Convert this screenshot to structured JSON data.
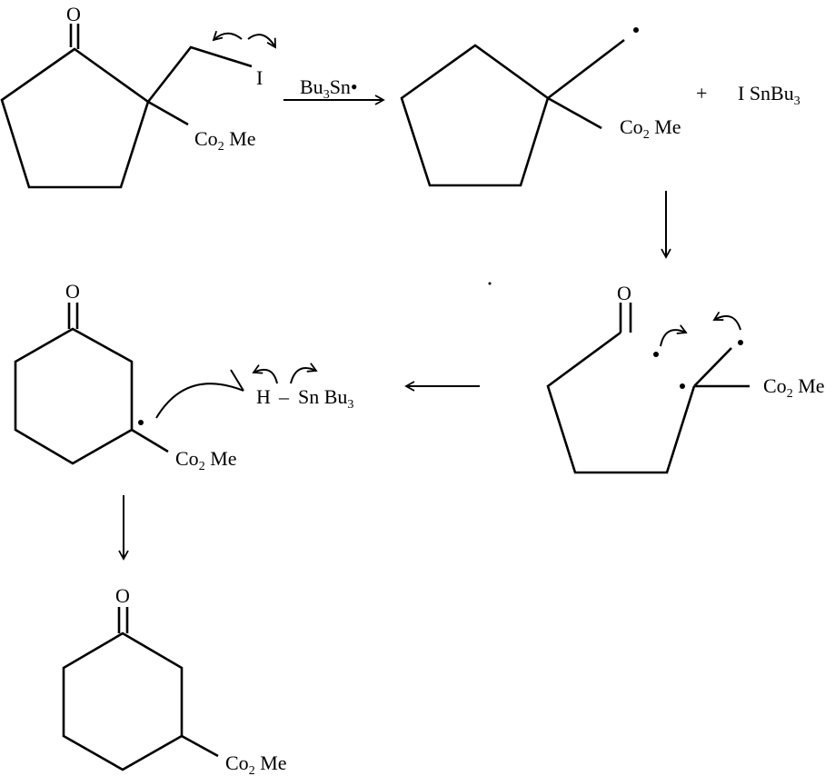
{
  "title": "Tributyltin radical mediated ring expansion mechanism",
  "labels": {
    "oxygen": "O",
    "iodine": "I",
    "co2me_main": "Co",
    "co2me_sub": "2",
    "co2me_tail": " Me",
    "reagent_main": "Bu",
    "reagent_sub": "3",
    "reagent_tail": "Sn•",
    "plus": "+",
    "byproduct_main": "I SnBu",
    "byproduct_sub": "3",
    "h": "H",
    "dash": "–",
    "snbu_main": "Sn Bu",
    "snbu_sub": "3"
  },
  "colors": {
    "ink": "#000000",
    "background": "#ffffff"
  }
}
